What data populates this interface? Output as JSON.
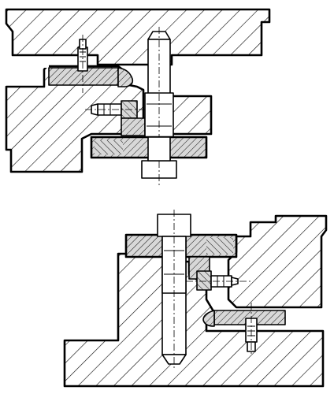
{
  "figure": {
    "views": [
      {
        "id": "upper-assembly"
      },
      {
        "id": "lower-assembly"
      }
    ],
    "colors": {
      "ink": "#000000",
      "background": "#ffffff",
      "section_fill": "#d8d8d8"
    },
    "hatch_styles": [
      "wide-diagonal",
      "fine-diagonal",
      "fine-cross-diagonal"
    ]
  }
}
